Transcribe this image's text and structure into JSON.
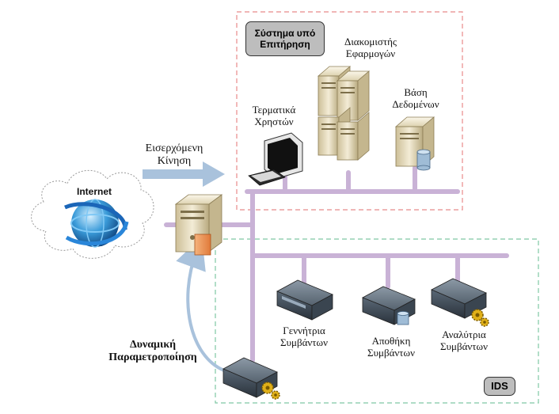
{
  "system_box": {
    "title": "Σύστημα υπό Επιτήρηση"
  },
  "ids_box": {
    "title": "IDS"
  },
  "internet": {
    "label": "Internet"
  },
  "labels": {
    "incoming_traffic": "Εισερχόμενη Κίνηση",
    "dynamic_param": "Δυναμική Παραμετροποίηση",
    "user_terminals": "Τερματικά Χρηστών",
    "app_servers": "Διακομιστής Εφαρμογών",
    "database": "Βάση Δεδομένων",
    "event_generator": "Γεννήτρια Συμβάντων",
    "event_storage": "Αποθήκη Συμβάντων",
    "event_analyzer": "Αναλύτρια Συμβάντων"
  },
  "colors": {
    "system_border": "#e88a8a",
    "ids_border": "#7fc7a3",
    "network_line": "#c9b2d6",
    "arrow": "#a9c2dc",
    "pill_fill": "#bdbdbd"
  }
}
